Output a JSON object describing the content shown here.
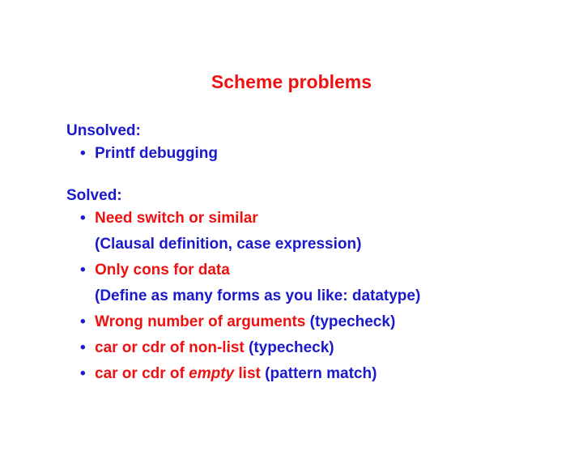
{
  "slide": {
    "title": "Scheme problems",
    "unsolved": {
      "heading": "Unsolved:",
      "items": [
        {
          "text": "Printf debugging"
        }
      ]
    },
    "solved": {
      "heading": "Solved:",
      "item1": {
        "main": "Need switch or similar",
        "note": "(Clausal definition, case expression)"
      },
      "item2": {
        "main": "Only cons for data",
        "note": "(Define as many forms as you like: datatype)"
      },
      "item3": {
        "main": "Wrong number of arguments",
        "solution": "(typecheck)"
      },
      "item4": {
        "main": "car or cdr of non-list",
        "solution": "(typecheck)"
      },
      "item5": {
        "main_before": "car or cdr of",
        "emphasis": "empty",
        "main_after": "list",
        "solution": "(pattern match)"
      }
    },
    "bullet_glyph": "•",
    "colors": {
      "red": "#ee1111",
      "blue": "#1a1acc"
    }
  }
}
